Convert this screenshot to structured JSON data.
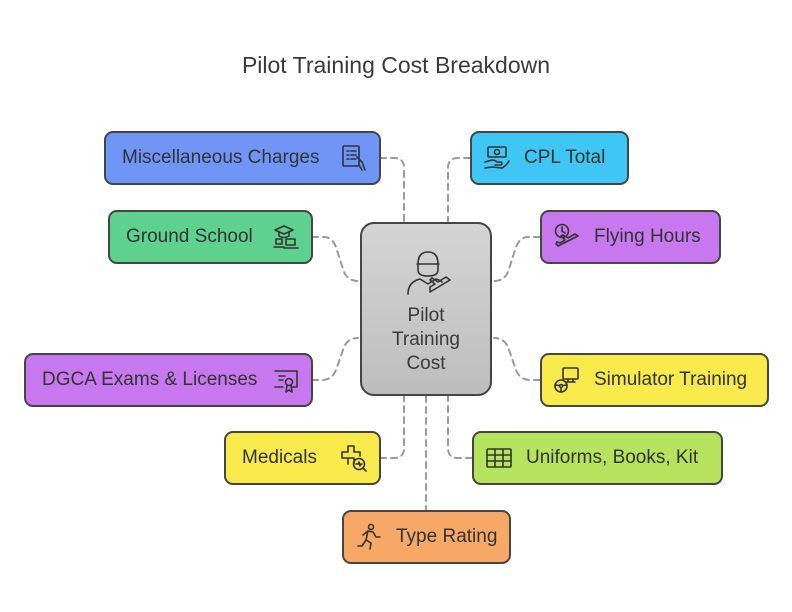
{
  "title": "Pilot Training Cost Breakdown",
  "center": {
    "lines": [
      "Pilot",
      "Training",
      "Cost"
    ],
    "icon": "pilot-icon",
    "color": "#c6c6c6"
  },
  "nodes": [
    {
      "id": "miscellaneous-charges",
      "label": "Miscellaneous Charges",
      "icon": "receipt-hand-icon",
      "color": "#6f95f7"
    },
    {
      "id": "ground-school",
      "label": "Ground School",
      "icon": "graduation-laptop-icon",
      "color": "#5fd18f"
    },
    {
      "id": "dgca-exams-licenses",
      "label": "DGCA Exams & Licenses",
      "icon": "certificate-icon",
      "color": "#c778ee"
    },
    {
      "id": "medicals",
      "label": "Medicals",
      "icon": "medical-cross-icon",
      "color": "#f7ea4a"
    },
    {
      "id": "cpl-total",
      "label": "CPL Total",
      "icon": "money-hand-icon",
      "color": "#3fc6f4"
    },
    {
      "id": "flying-hours",
      "label": "Flying Hours",
      "icon": "clock-airplane-icon",
      "color": "#c778ee"
    },
    {
      "id": "simulator-training",
      "label": "Simulator Training",
      "icon": "simulator-icon",
      "color": "#f7ea4a"
    },
    {
      "id": "uniforms-books-kit",
      "label": "Uniforms, Books, Kit",
      "icon": "table-grid-icon",
      "color": "#b5e35e"
    },
    {
      "id": "type-rating",
      "label": "Type Rating",
      "icon": "person-running-icon",
      "color": "#f8a866"
    }
  ]
}
